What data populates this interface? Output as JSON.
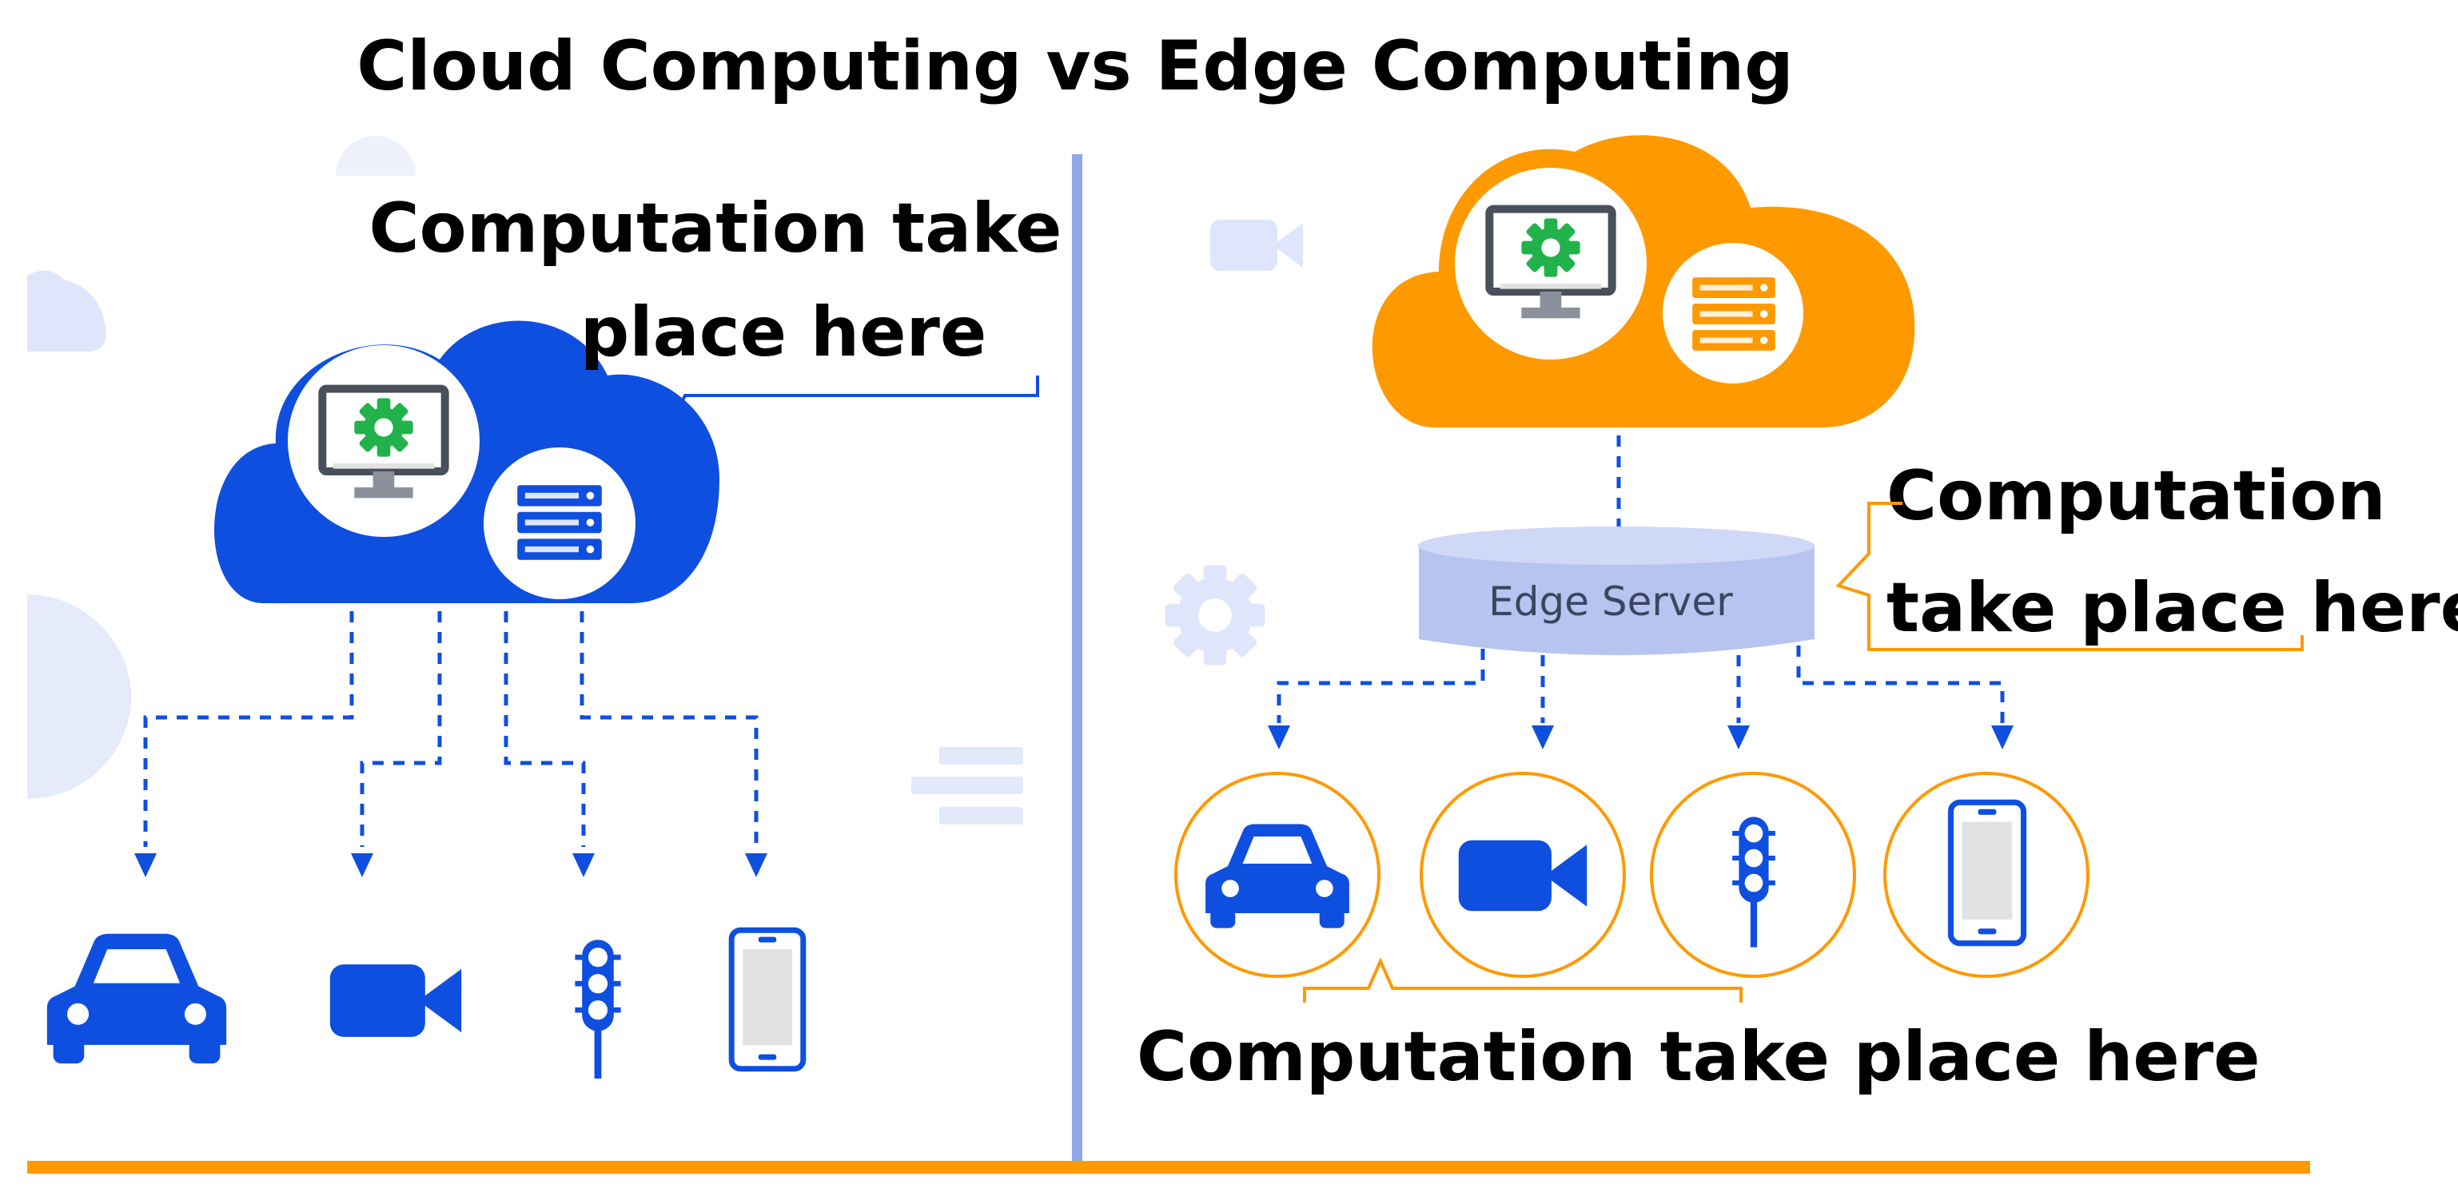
{
  "title": "Cloud Computing vs Edge Computing",
  "cloud_side": {
    "callout_line1": "Computation take",
    "callout_line2": "place here"
  },
  "edge_side": {
    "edge_server_label": "Edge Server",
    "server_callout_line1": "Computation",
    "server_callout_line2": "take place here",
    "devices_callout": "Computation take place here"
  },
  "colors": {
    "cloud_blue": "#0f4fe0",
    "edge_orange": "#ff9900",
    "divider": "#8fa6e8",
    "bottom_rule": "#ff9900",
    "gear_green": "#22b24c",
    "edge_server_fill": "#b7c4f0"
  },
  "icons": [
    "car-icon",
    "video-camera-icon",
    "traffic-light-icon",
    "smartphone-icon",
    "monitor-gear-icon",
    "server-rack-icon"
  ]
}
